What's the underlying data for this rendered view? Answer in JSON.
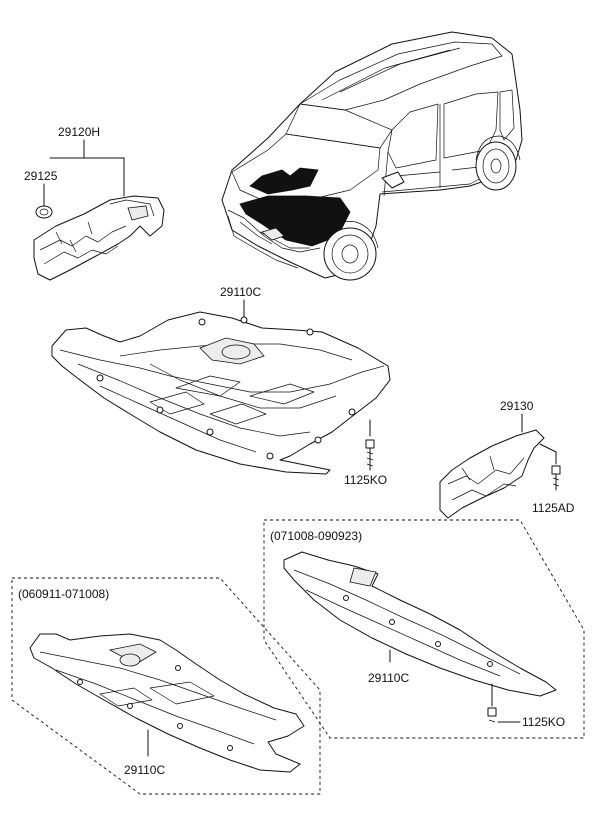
{
  "labels": {
    "part_29120H": "29120H",
    "part_29125": "29125",
    "part_29110C_main": "29110C",
    "part_29130": "29130",
    "bolt_1125KO_main": "1125KO",
    "bolt_1125AD": "1125AD",
    "range_a": "(071008-090923)",
    "part_29110C_a": "29110C",
    "bolt_1125KO_a": "1125KO",
    "range_b": "(060911-071008)",
    "part_29110C_b": "29110C"
  }
}
